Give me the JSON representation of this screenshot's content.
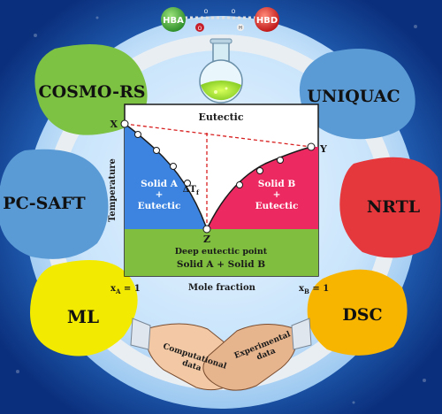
{
  "methods": {
    "top_left": "COSMO-RS",
    "mid_left": "PC-SAFT",
    "bottom_left": "ML",
    "top_right": "UNIQUAC",
    "mid_right": "NRTL",
    "bottom_right": "DSC"
  },
  "molecule": {
    "hba": "HBA",
    "hbd": "HBD",
    "o1": "O",
    "o2": "O",
    "h": "H"
  },
  "diagram": {
    "region_top": "Eutectic",
    "point_x": "X",
    "point_y": "Y",
    "point_z": "Z",
    "y_axis": "Temperature",
    "x_axis": "Mole fraction",
    "left_region_line1": "Solid A",
    "left_region_line2": "+",
    "left_region_line3": "Eutectic",
    "right_region_line1": "Solid B",
    "right_region_line2": "+",
    "right_region_line3": "Eutectic",
    "delta_t": "ΔT",
    "delta_t_sub": "f",
    "bottom_line1": "Deep eutectic point",
    "bottom_line2": "Solid A + Solid B",
    "xa_label": "x",
    "xa_sub": "A",
    "xa_value": " = 1",
    "xb_label": "x",
    "xb_sub": "B",
    "xb_value": " = 1"
  },
  "handshake": {
    "left_line1": "Computational",
    "left_line2": "data",
    "right_line1": "Experimental",
    "right_line2": "data"
  },
  "colors": {
    "green": "#7dc242",
    "blue": "#5b9bd5",
    "yellow": "#f2ea00",
    "red": "#e4383c",
    "orange": "#f7b500",
    "solid_a": "#3d84e0",
    "solid_b": "#ec2a61",
    "base": "#7fbe3e"
  }
}
